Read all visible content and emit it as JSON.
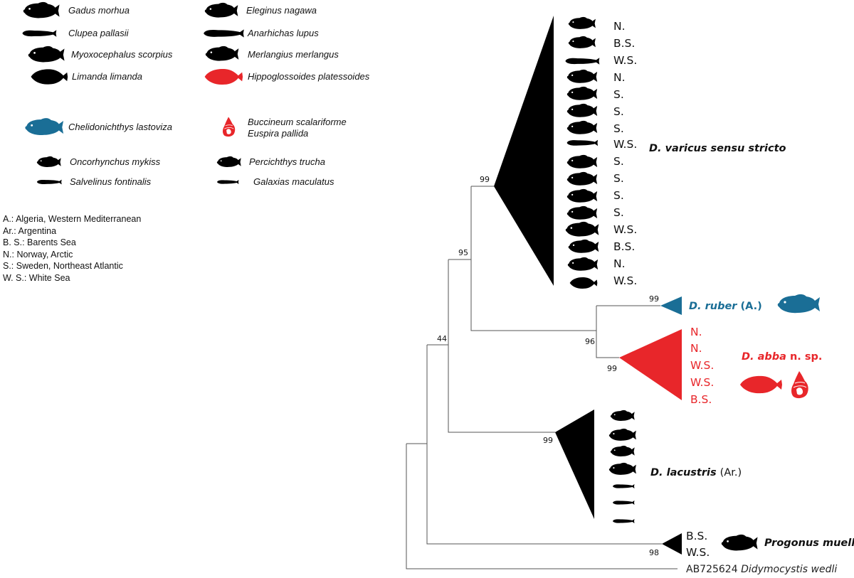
{
  "legend": {
    "host_species": [
      "Gadus morhua",
      "Clupea pallasii",
      "Myoxocephalus scorpius",
      "Limanda limanda",
      "Eleginus nagawa",
      "Anarhichas lupus",
      "Merlangius merlangus",
      "Hippoglossoides platessoides",
      "Chelidonichthys lastoviza",
      "Buccineum scalariforme",
      "Euspira pallida",
      "Oncorhynchus mykiss",
      "Salvelinus fontinalis",
      "Percichthys trucha",
      "Galaxias maculatus"
    ],
    "abbreviations": [
      "A.: Algeria, Western Mediterranean",
      "Ar.: Argentina",
      "B. S.: Barents Sea",
      "N.: Norway, Arctic",
      "S.: Sweden, Northeast Atlantic",
      "W. S.: White Sea"
    ]
  },
  "tree": {
    "bootstrap": [
      "99",
      "95",
      "44",
      "99",
      "96",
      "99",
      "99",
      "98"
    ],
    "clades": {
      "varicus": {
        "name": "D. varicus sensu stricto",
        "color": "#000000",
        "localities": [
          "N.",
          "B.S.",
          "W.S.",
          "N.",
          "S.",
          "S.",
          "S.",
          "W.S.",
          "S.",
          "S.",
          "S.",
          "S.",
          "W.S.",
          "B.S.",
          "N.",
          "W.S."
        ]
      },
      "ruber": {
        "name_italic": "D. ruber",
        "name_suffix": "(A.)",
        "color": "#1a6e96"
      },
      "abba": {
        "name_italic": "D. abba",
        "name_suffix": "n. sp.",
        "color": "#e8262a",
        "localities": [
          "N.",
          "N.",
          "W.S.",
          "W.S.",
          "B.S."
        ]
      },
      "lacustris": {
        "name_italic": "D. lacustris",
        "name_suffix": "(Ar.)",
        "color": "#000000"
      },
      "progonus": {
        "name": "Progonus muelleri",
        "localities": [
          "B.S.",
          "W.S."
        ]
      }
    },
    "outgroup": {
      "accession": "AB725624",
      "name": "Didymocystis wedli"
    }
  }
}
